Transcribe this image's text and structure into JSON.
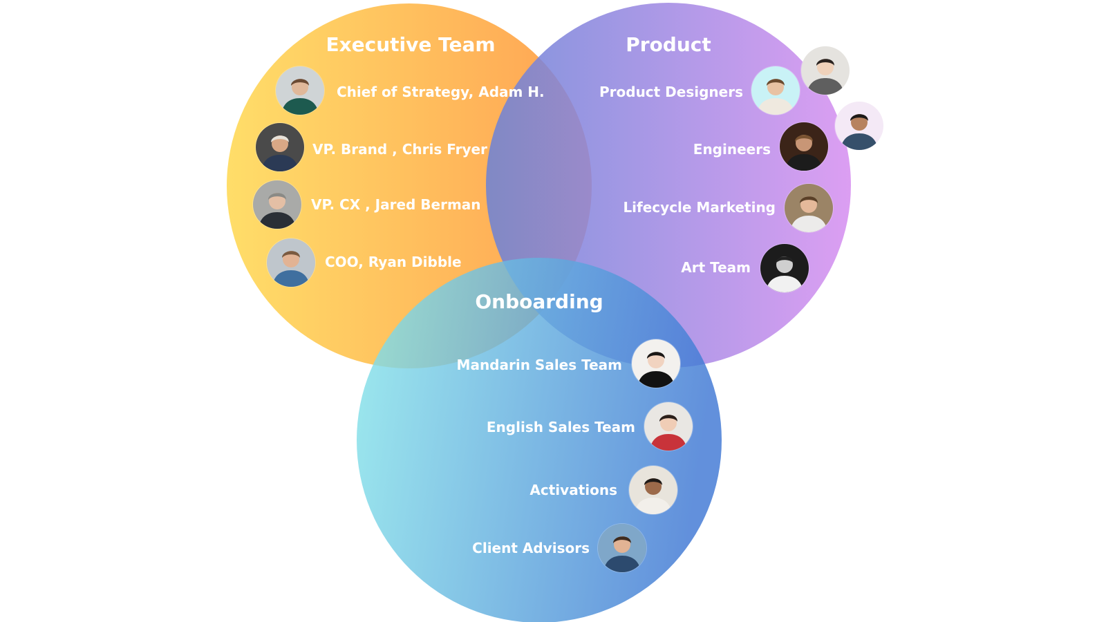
{
  "colors": {
    "executive_start": "#FFDD66",
    "executive_end": "#FFA04F",
    "product_start": "#6B82D6",
    "product_end": "#D68FF0",
    "onboarding_start": "#88E6EA",
    "onboarding_end": "#3F78D4",
    "text": "#FFFFFF"
  },
  "circles": {
    "executive": {
      "title": "Executive Team"
    },
    "product": {
      "title": "Product"
    },
    "onboarding": {
      "title": "Onboarding"
    }
  },
  "executive_members": [
    {
      "label": "Chief of Strategy, Adam H.",
      "avatar": "person-avatar",
      "bg": "#cfd4d6",
      "shirt": "#1d5a4f",
      "skin": "#e0b89a",
      "hair": "#6b4a33"
    },
    {
      "label": "VP. Brand , Chris Fryer",
      "avatar": "person-avatar",
      "bg": "#4a4a4a",
      "shirt": "#2b3a55",
      "skin": "#d9a886",
      "hair": "#e6e1d9"
    },
    {
      "label": "VP. CX , Jared Berman",
      "avatar": "person-avatar",
      "bg": "#a9aaa8",
      "shirt": "#2a2f36",
      "skin": "#e4bfa5",
      "hair": "#8a8a86"
    },
    {
      "label": "COO, Ryan Dibble",
      "avatar": "person-avatar",
      "bg": "#bfc6cc",
      "shirt": "#3f6f9f",
      "skin": "#e2b394",
      "hair": "#7a5a40"
    }
  ],
  "product_members": [
    {
      "label": "Product Designers",
      "avatar": "person-avatar",
      "bg": "#c9f2f6",
      "shirt": "#efe9df",
      "skin": "#e8c2a3",
      "hair": "#6b4b2f"
    },
    {
      "label": "Engineers",
      "avatar": "person-avatar",
      "bg": "#3b2418",
      "shirt": "#1c1c1c",
      "skin": "#c89676",
      "hair": "#7a5331"
    },
    {
      "label": "Lifecycle Marketing",
      "avatar": "person-avatar",
      "bg": "#9b8466",
      "shirt": "#ecebea",
      "skin": "#e5b99a",
      "hair": "#5a4028"
    },
    {
      "label": "Art Team",
      "avatar": "person-avatar",
      "bg": "#1c1c1c",
      "shirt": "#f1f1f1",
      "skin": "#cfcfcf",
      "hair": "#222222"
    }
  ],
  "product_extra_avatars": [
    {
      "avatar": "person-avatar",
      "bg": "#e5e3df",
      "shirt": "#5f5f5f",
      "skin": "#f0d2bb",
      "hair": "#2a2320"
    },
    {
      "avatar": "person-avatar",
      "bg": "#f4e9f6",
      "shirt": "#36506b",
      "skin": "#b7825f",
      "hair": "#1d1a18"
    }
  ],
  "onboarding_members": [
    {
      "label": "Mandarin Sales Team",
      "avatar": "person-avatar",
      "bg": "#f3f1ee",
      "shirt": "#121212",
      "skin": "#f1d3c0",
      "hair": "#1a1715"
    },
    {
      "label": "English Sales Team",
      "avatar": "person-avatar",
      "bg": "#e9e7e3",
      "shirt": "#c8333a",
      "skin": "#f0cdb6",
      "hair": "#2a1f1a"
    },
    {
      "label": "Activations",
      "avatar": "person-avatar",
      "bg": "#e8e4dc",
      "shirt": "#f2efea",
      "skin": "#9c6a4a",
      "hair": "#1f1a17"
    },
    {
      "label": "Client Advisors",
      "avatar": "person-avatar",
      "bg": "#7fa7c9",
      "shirt": "#2c4a6e",
      "skin": "#e2b394",
      "hair": "#3f2c1f"
    }
  ]
}
